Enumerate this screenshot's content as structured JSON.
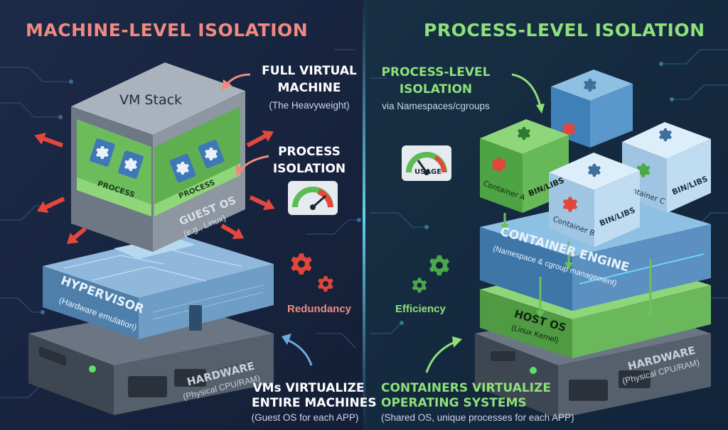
{
  "left": {
    "title": "MACHINE-LEVEL ISOLATION",
    "vm_stack": "VM Stack",
    "process_label": "PROCESS",
    "guest_os": "GUEST OS",
    "guest_os_sub": "(e.g., Linux)",
    "full_vm_title_1": "FULL VIRTUAL",
    "full_vm_title_2": "MACHINE",
    "full_vm_sub": "(The Heavyweight)",
    "process_iso_1": "PROCESS",
    "process_iso_2": "ISOLATION",
    "hypervisor": "HYPERVISOR",
    "hypervisor_sub": "(Hardware emulation)",
    "redundancy": "Redundancy",
    "hardware": "HARDWARE",
    "hardware_sub": "(Physical CPU/RAM)",
    "summary_1": "VMs VIRTUALIZE",
    "summary_2": "ENTIRE MACHINES",
    "summary_sub": "(Guest OS for each APP)"
  },
  "right": {
    "title": "PROCESS-LEVEL ISOLATION",
    "callout_1": "PROCESS-LEVEL",
    "callout_2": "ISOLATION",
    "callout_sub": "via Namespaces/cgroups",
    "usage": "USAGE",
    "container_a": "Container A",
    "container_b": "Container B",
    "container_c": "Container C",
    "bins_libs": "BIN/LIBS",
    "engine": "CONTAINER ENGINE",
    "engine_sub": "(Namespace & cgroup management)",
    "efficiency": "Efficiency",
    "host_os": "HOST OS",
    "host_os_sub": "(Linux Kernel)",
    "hardware": "HARDWARE",
    "hardware_sub": "(Physical CPU/RAM)",
    "summary_1": "CONTAINERS VIRTUALIZE",
    "summary_2": "OPERATING SYSTEMS",
    "summary_sub": "(Shared OS, unique processes for each APP)"
  },
  "colors": {
    "left_title": "#f08a80",
    "right_title": "#8ee07a",
    "red_arrow": "#e4473c",
    "green": "#5dbb54",
    "blue_box": "#4f8fc4",
    "gear_red": "#e2453a",
    "gear_green": "#4aa84a",
    "gear_blue": "#3f6f9a"
  }
}
